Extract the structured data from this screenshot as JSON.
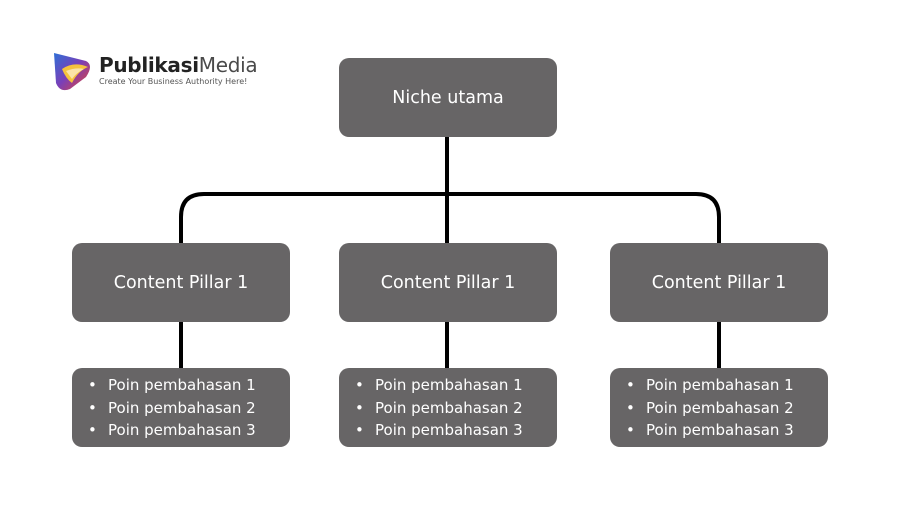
{
  "logo": {
    "brand_bold": "Publikasi",
    "brand_light": "Media",
    "tagline": "Create Your Business Authority Here!"
  },
  "diagram": {
    "root": "Niche utama",
    "pillars": [
      {
        "title": "Content Pillar 1",
        "points": [
          "Poin pembahasan 1",
          "Poin pembahasan 2",
          "Poin pembahasan 3"
        ]
      },
      {
        "title": "Content Pillar 1",
        "points": [
          "Poin pembahasan 1",
          "Poin pembahasan 2",
          "Poin pembahasan 3"
        ]
      },
      {
        "title": "Content Pillar 1",
        "points": [
          "Poin pembahasan 1",
          "Poin pembahasan 2",
          "Poin pembahasan 3"
        ]
      }
    ]
  },
  "colors": {
    "box": "#676566",
    "text": "#ffffff",
    "connector": "#000000"
  }
}
